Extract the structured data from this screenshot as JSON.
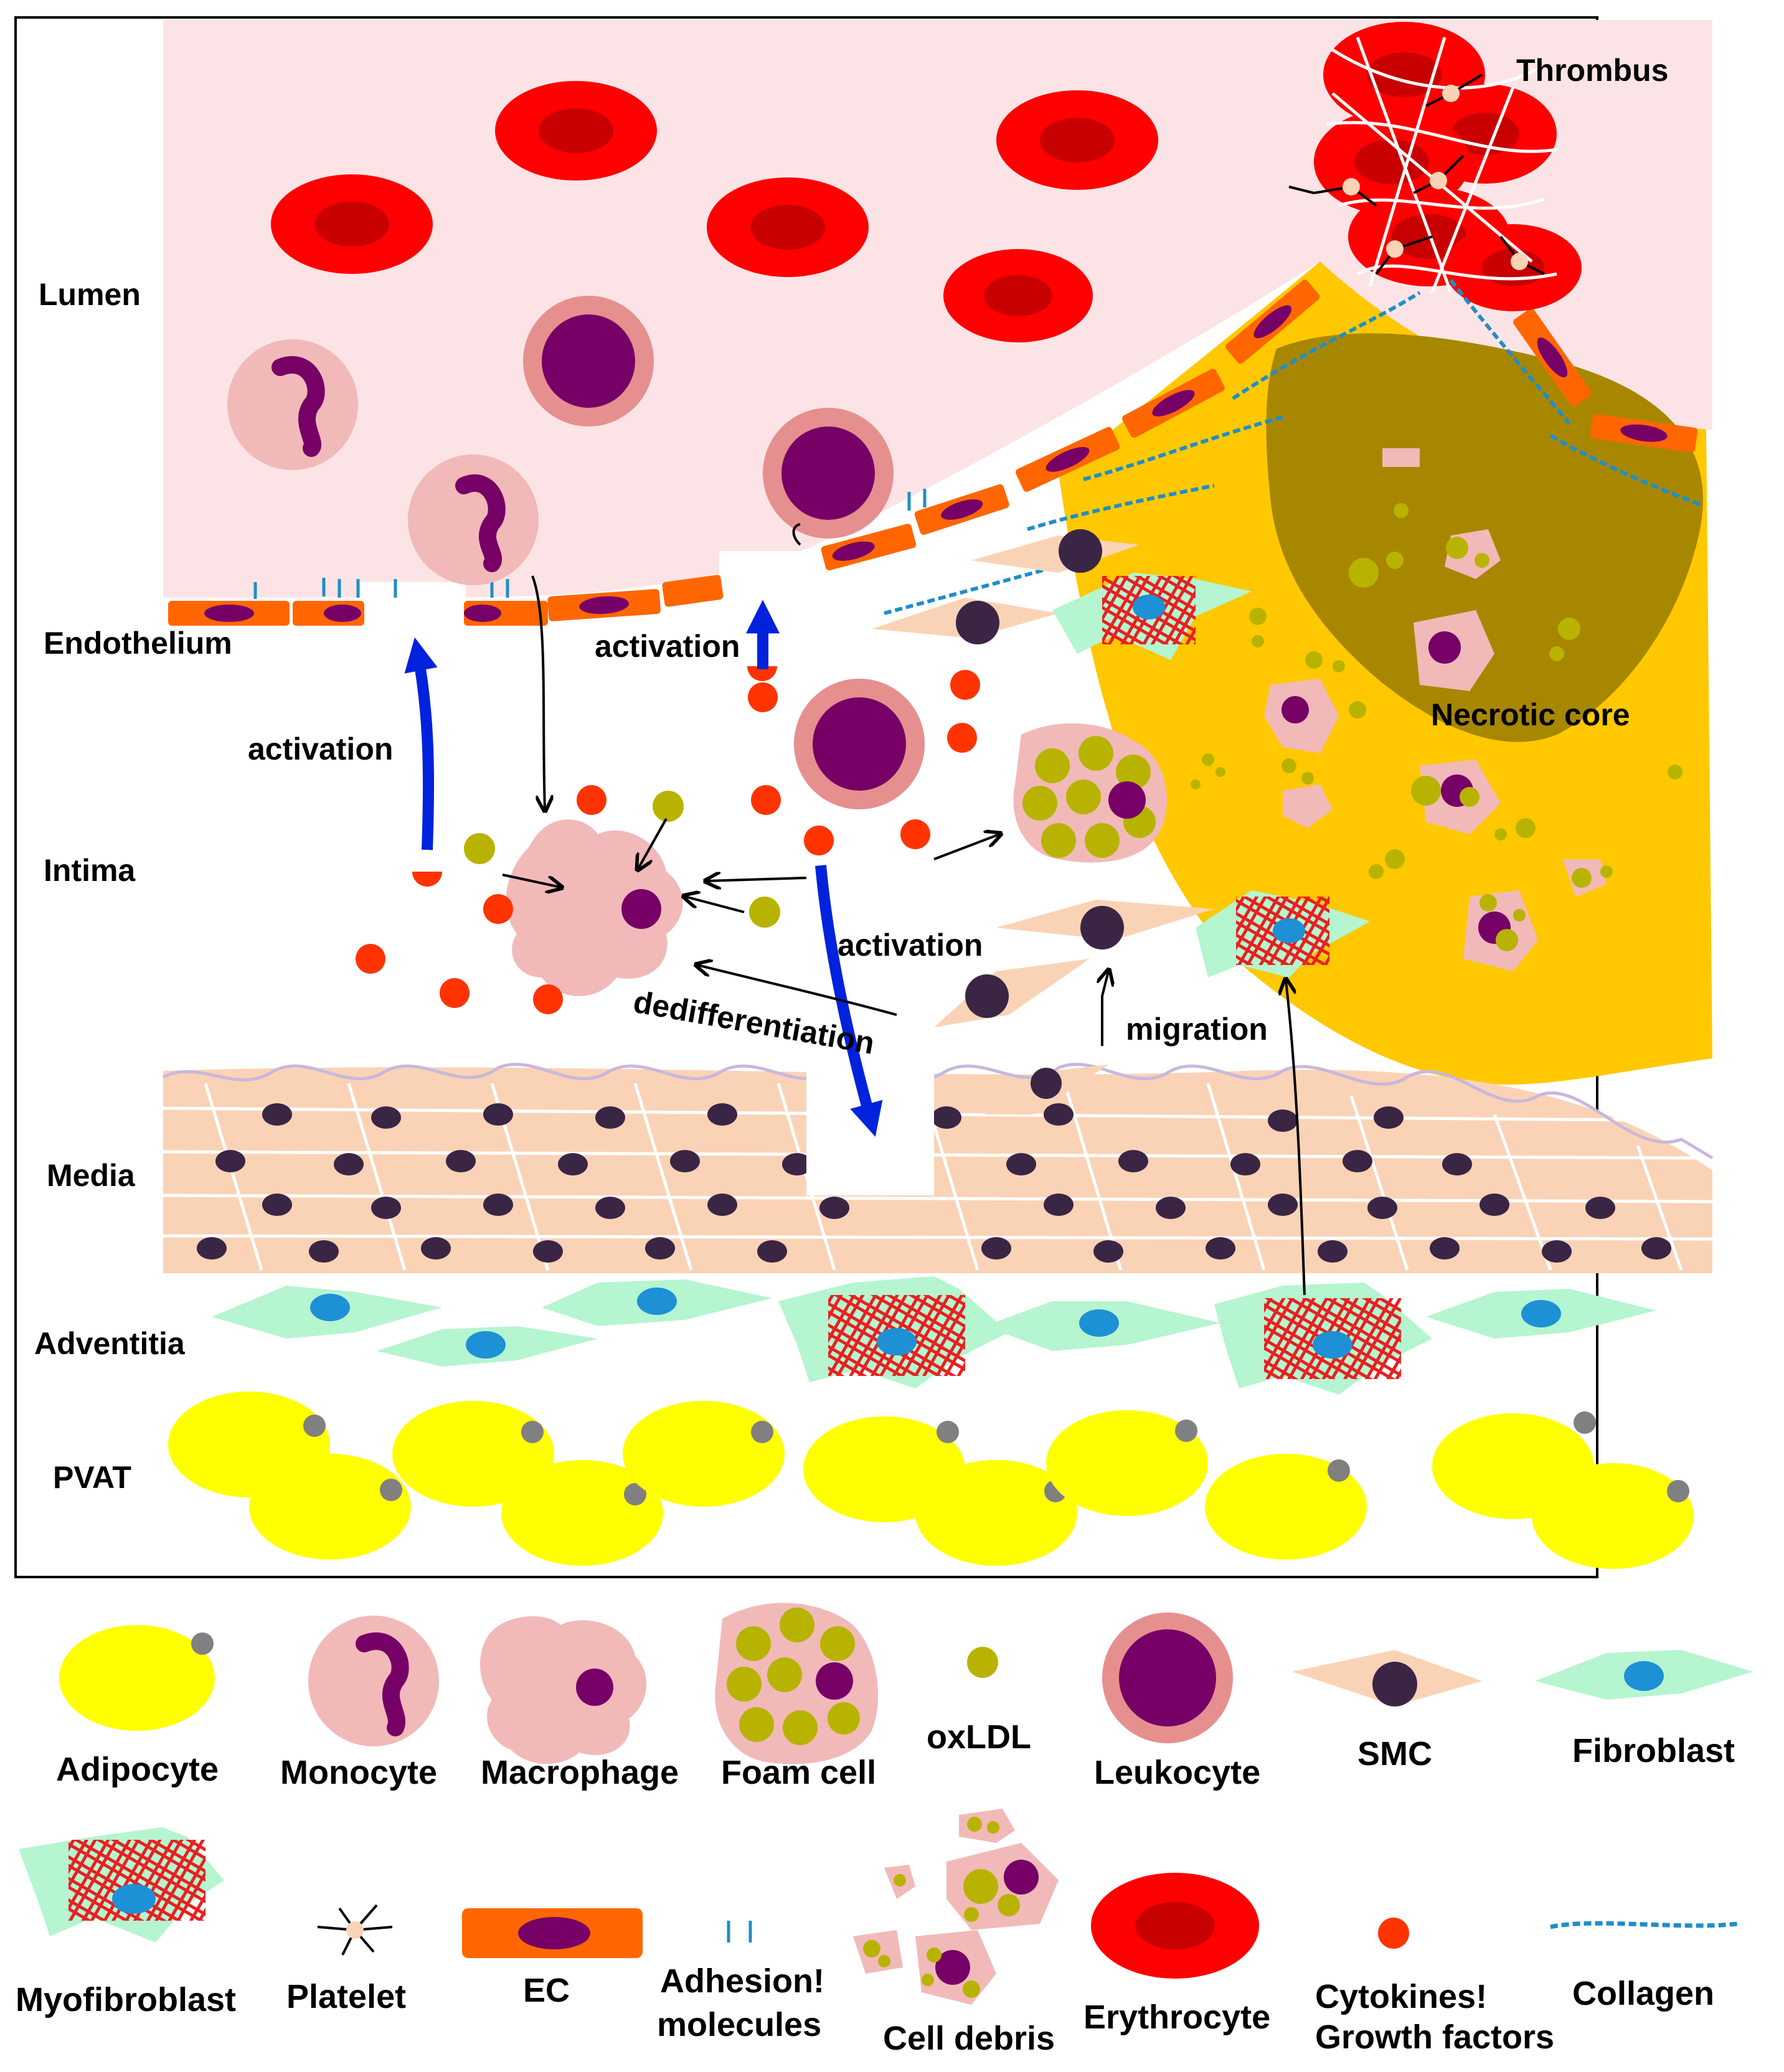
{
  "layers": {
    "lumen": "Lumen",
    "endothelium": "Endothelium",
    "intima": "Intima",
    "media": "Media",
    "adventitia": "Adventitia",
    "pvat": "PVAT"
  },
  "annotations": {
    "thrombus": "Thrombus",
    "necrotic_core": "Necrotic core",
    "activation_left": "activation",
    "activation_top": "activation",
    "activation_center": "activation",
    "dedifferentiation": "dedifferentiation",
    "migration": "migration"
  },
  "legend": {
    "adipocyte": "Adipocyte",
    "monocyte": "Monocyte",
    "macrophage": "Macrophage",
    "foam_cell": "Foam cell",
    "oxldl": "oxLDL",
    "leukocyte": "Leukocyte",
    "smc": "SMC",
    "fibroblast": "Fibroblast",
    "myofibroblast": "Myofibroblast",
    "platelet": "Platelet",
    "ec": "EC",
    "adhesion_1": "Adhesion!",
    "adhesion_2": "molecules",
    "cell_debris": "Cell debris",
    "erythrocyte": "Erythrocyte",
    "cytokines_1": "Cytokines!",
    "cytokines_2": "Growth factors",
    "collagen": "Collagen"
  },
  "colors": {
    "lumen": "#fce4e6",
    "erythrocyte": "#ff0000",
    "erythrocyte_center": "#c80000",
    "leukocyte_nucleus": "#770066",
    "monocyte_body": "#f2b9b9",
    "smc": "#fad3b6",
    "fibroblast": "#b5f5d0",
    "fibroblast_nucleus": "#1e90d6",
    "plaque": "#ffc800",
    "necrotic_core": "#a88700",
    "oxldl": "#b8b300",
    "cytokine": "#ff3300",
    "ec": "#ff6600",
    "adipocyte": "#ffff00",
    "collagen": "#1f8ec9",
    "activation_arrow": "#0022dd"
  }
}
